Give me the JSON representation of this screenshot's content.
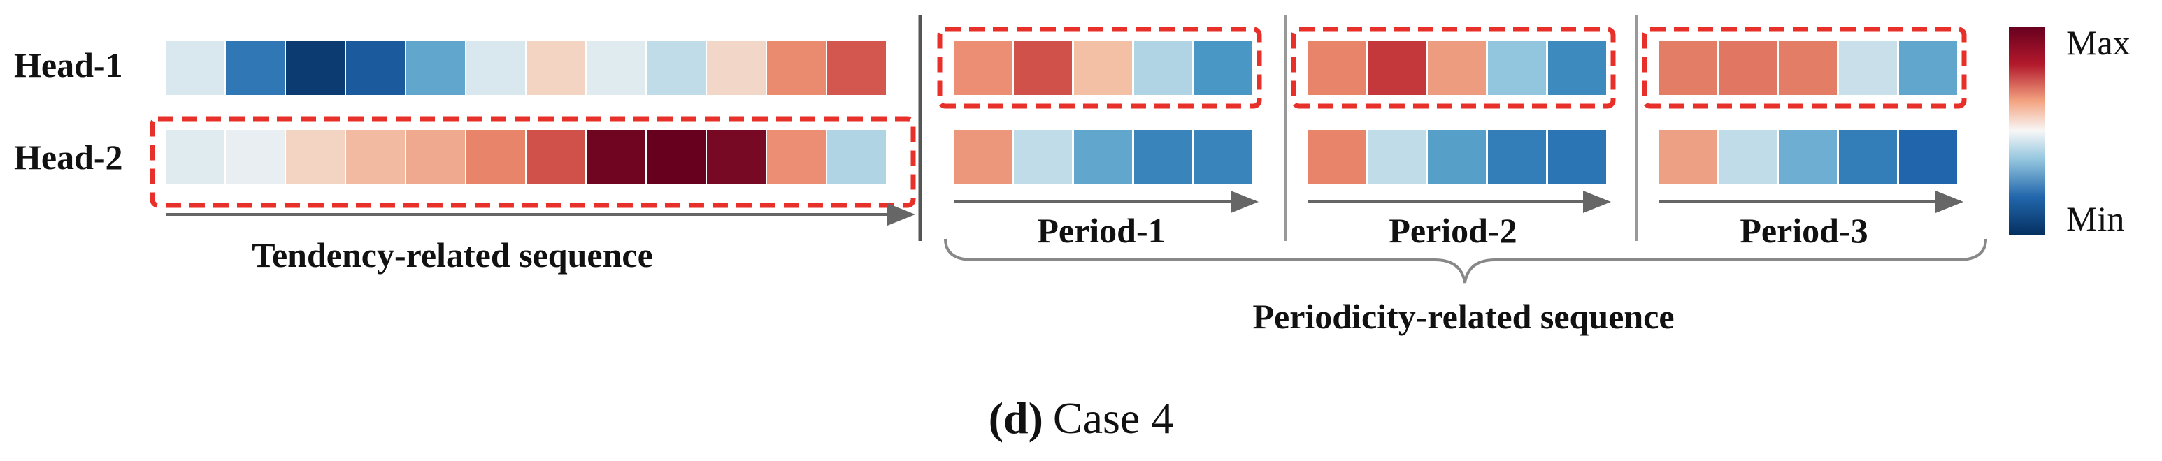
{
  "chart_data": {
    "type": "heatmap",
    "rows": [
      "Head-1",
      "Head-2"
    ],
    "segments": [
      {
        "name": "tendency",
        "label": "Tendency-related sequence",
        "values": [
          [
            0.47,
            0.16,
            0.02,
            0.08,
            0.3,
            0.47,
            0.58,
            0.48,
            0.44,
            0.57,
            0.75,
            0.83
          ],
          [
            0.48,
            0.49,
            0.58,
            0.64,
            0.68,
            0.76,
            0.84,
            0.99,
            1.0,
            0.98,
            0.74,
            0.42
          ]
        ],
        "highlight_row": 1
      },
      {
        "name": "period-1",
        "label": "Period-1",
        "values": [
          [
            0.74,
            0.84,
            0.63,
            0.42,
            0.26
          ],
          [
            0.72,
            0.44,
            0.3,
            0.2,
            0.2
          ]
        ],
        "highlight_row": 0
      },
      {
        "name": "period-2",
        "label": "Period-2",
        "values": [
          [
            0.76,
            0.88,
            0.71,
            0.38,
            0.22
          ],
          [
            0.76,
            0.44,
            0.28,
            0.18,
            0.15
          ]
        ],
        "highlight_row": 0
      },
      {
        "name": "period-3",
        "label": "Period-3",
        "values": [
          [
            0.77,
            0.78,
            0.77,
            0.45,
            0.3
          ],
          [
            0.7,
            0.44,
            0.32,
            0.18,
            0.1
          ]
        ],
        "highlight_row": 0
      }
    ],
    "group_label": "Periodicity-related sequence",
    "colorbar": {
      "max_label": "Max",
      "min_label": "Min",
      "colormap": "RdBu_r"
    },
    "caption": {
      "letter": "(d)",
      "text": "Case 4"
    },
    "colors": {
      "highlight": "#e8302a",
      "arrow": "#666666",
      "divider": "#555555"
    }
  }
}
